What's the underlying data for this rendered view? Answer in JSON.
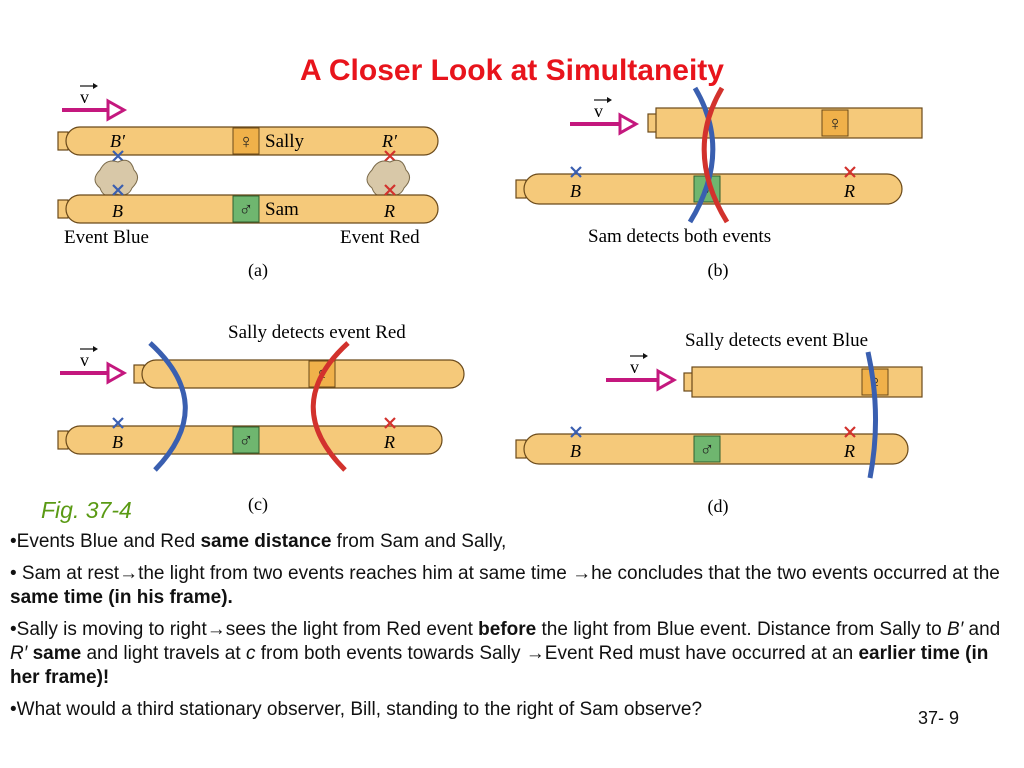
{
  "slide": {
    "title": "A Closer Look at Simultaneity",
    "figure_caption": "Fig. 37-4",
    "page_number": "37- 9"
  },
  "figure": {
    "velocity_label": "v",
    "sally_name": "Sally",
    "sam_name": "Sam",
    "female_symbol": "♀",
    "male_symbol": "♂",
    "marker_b_prime": "B′",
    "marker_r_prime": "R′",
    "marker_b": "B",
    "marker_r": "R",
    "panel_a": {
      "label": "(a)",
      "event_blue": "Event Blue",
      "event_red": "Event Red"
    },
    "panel_b": {
      "label": "(b)",
      "caption": "Sam detects both events"
    },
    "panel_c": {
      "label": "(c)",
      "caption": "Sally detects event Red"
    },
    "panel_d": {
      "label": "(d)",
      "caption": "Sally detects event Blue"
    },
    "colors": {
      "rod": "#f5c97a",
      "rod_stroke": "#6b4a1a",
      "arrow": "#c4187e",
      "blue_wave": "#3a5fb0",
      "red_wave": "#d2322d",
      "sam_box": "#6fb66f",
      "sally_box": "#f0b14a"
    }
  },
  "bullets": [
    {
      "parts": [
        "•Events Blue and Red ",
        "same distance",
        " from Sam and Sally,"
      ]
    },
    {
      "parts": [
        "• Sam at rest→the light from two events reaches him at same time →he concludes that the two events occurred at the ",
        "same time (in his frame)."
      ]
    },
    {
      "parts": [
        "•Sally is moving to right→sees the light from Red event ",
        "before",
        " the light from Blue event. Distance from Sally to ",
        "B′",
        " and ",
        "R′",
        " same",
        " and light travels at ",
        "c",
        " from both events towards Sally →Event Red must have occurred at an ",
        "earlier time (in her frame)!"
      ]
    },
    {
      "parts": [
        "•What would a third stationary observer, Bill, standing to the right of Sam observe?"
      ]
    }
  ]
}
